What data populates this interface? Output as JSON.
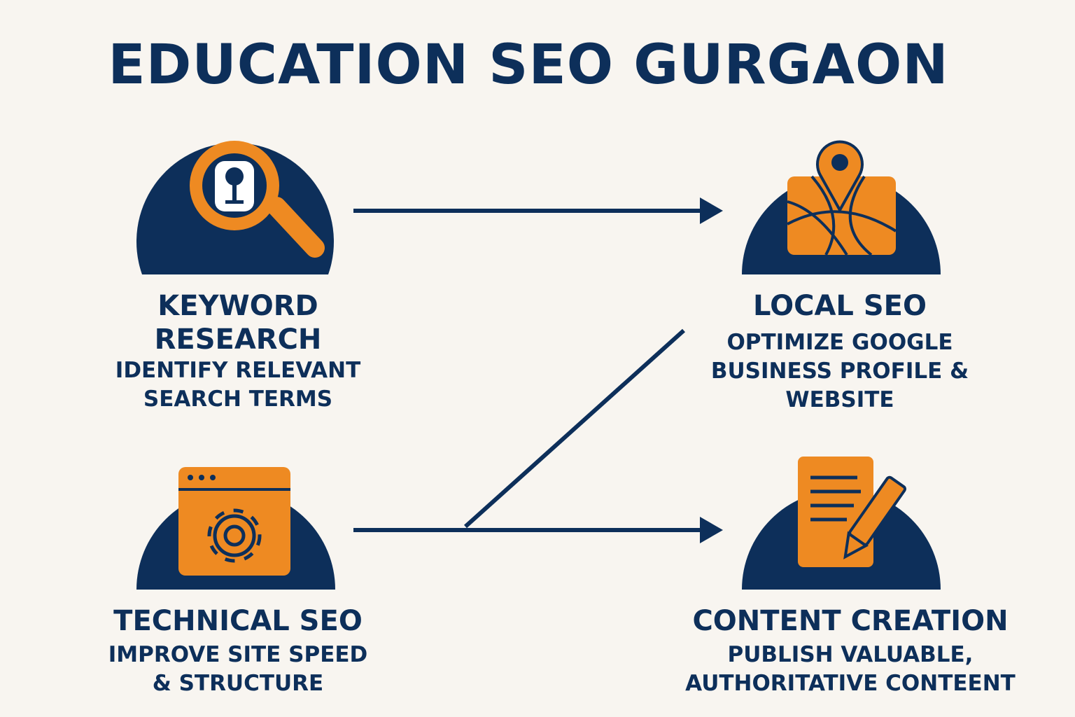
{
  "title": "EDUCATION SEO GURGAON",
  "colors": {
    "navy": "#0d2f5a",
    "orange": "#ee8a22",
    "background": "#f8f5f0"
  },
  "nodes": {
    "keyword_research": {
      "name_line1": "KEYWORD",
      "name_line2": "RESEARCH",
      "desc_line1": "IDENTIFY RELEVANT",
      "desc_line2": "SEARCH TERMS",
      "icon": "magnifier-icon"
    },
    "local_seo": {
      "name": "LOCAL SEO",
      "desc_line1": "OPTIMIZE GOOGLE",
      "desc_line2": "BUSINESS PROFILE &",
      "desc_line3": "WEBSITE",
      "icon": "map-pin-icon"
    },
    "technical_seo": {
      "name": "TECHNICAL SEO",
      "desc_line1": "IMPROVE SITE SPEED",
      "desc_line2": "& STRUCTURE",
      "icon": "browser-gear-icon"
    },
    "content_creation": {
      "name": "CONTENT CREATION",
      "desc_line1": "PUBLISH VALUABLE,",
      "desc_line2": "AUTHORITATIVE CONTEENT",
      "icon": "document-pencil-icon"
    }
  }
}
